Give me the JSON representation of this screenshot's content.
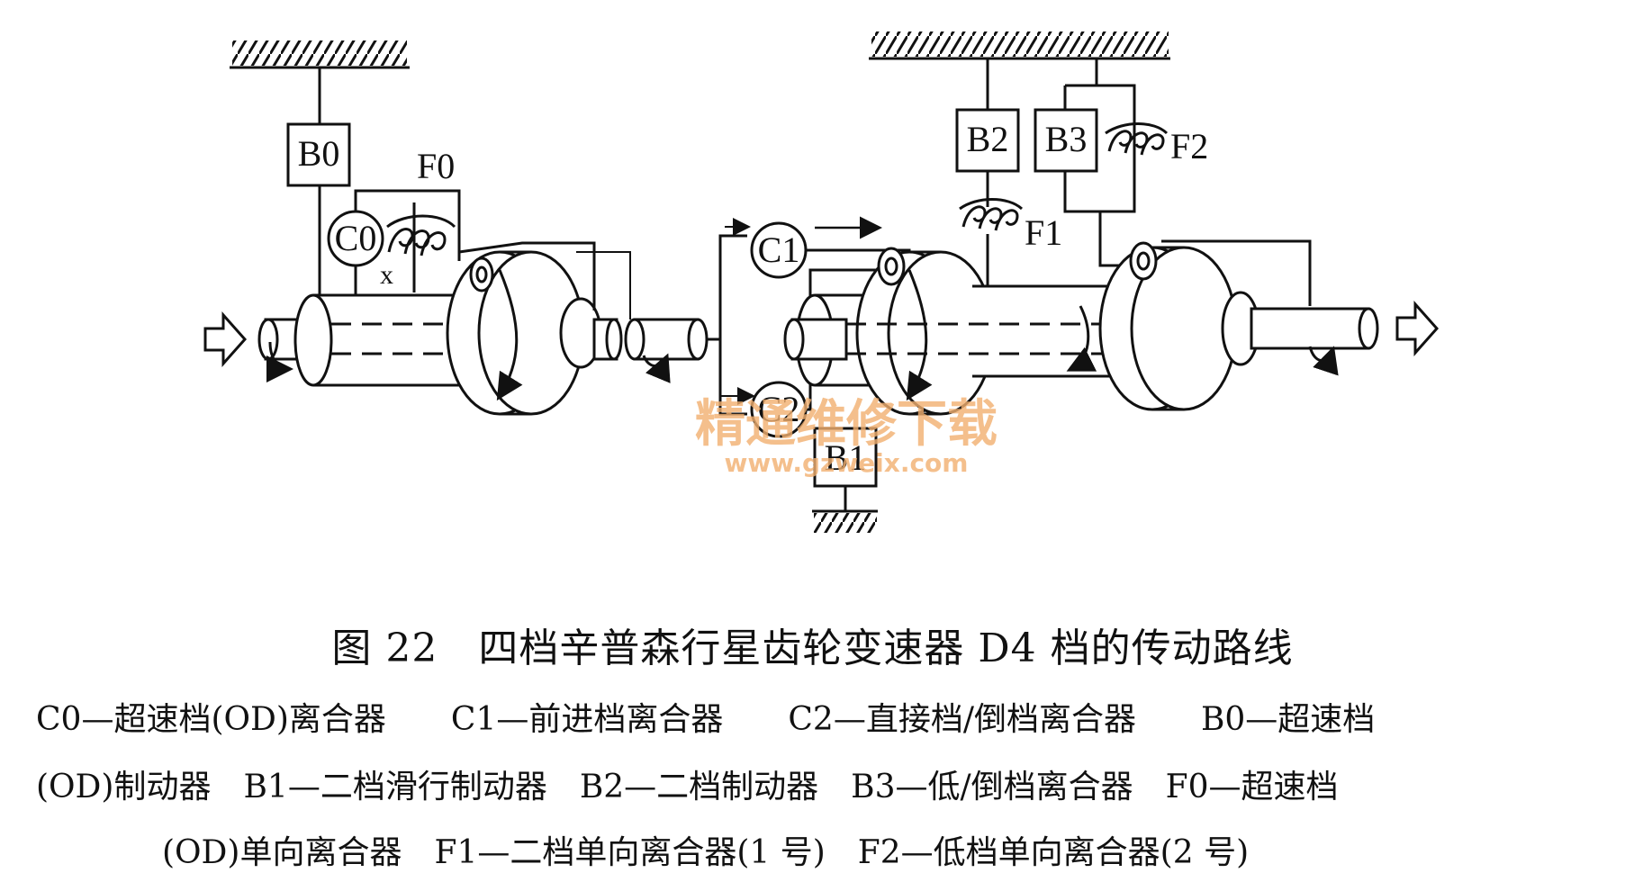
{
  "diagram": {
    "labels": {
      "b0": "B0",
      "c0": "C0",
      "f0": "F0",
      "x": "x",
      "c1": "C1",
      "c2": "C2",
      "b1": "B1",
      "b2": "B2",
      "b3": "B3",
      "f1": "F1",
      "f2": "F2"
    },
    "watermark": {
      "line1": "精通维修下载",
      "line2": "www.gzweix.com"
    }
  },
  "caption": "图 22　四档辛普森行星齿轮变速器 D4 档的传动路线",
  "legend_lines": [
    "C0—超速档(OD)离合器　　C1—前进档离合器　　C2—直接档/倒档离合器　　B0—超速档",
    "(OD)制动器　B1—二档滑行制动器　B2—二档制动器　B3—低/倒档离合器　F0—超速档",
    "(OD)单向离合器　F1—二档单向离合器(1 号)　F2—低档单向离合器(2 号)"
  ]
}
